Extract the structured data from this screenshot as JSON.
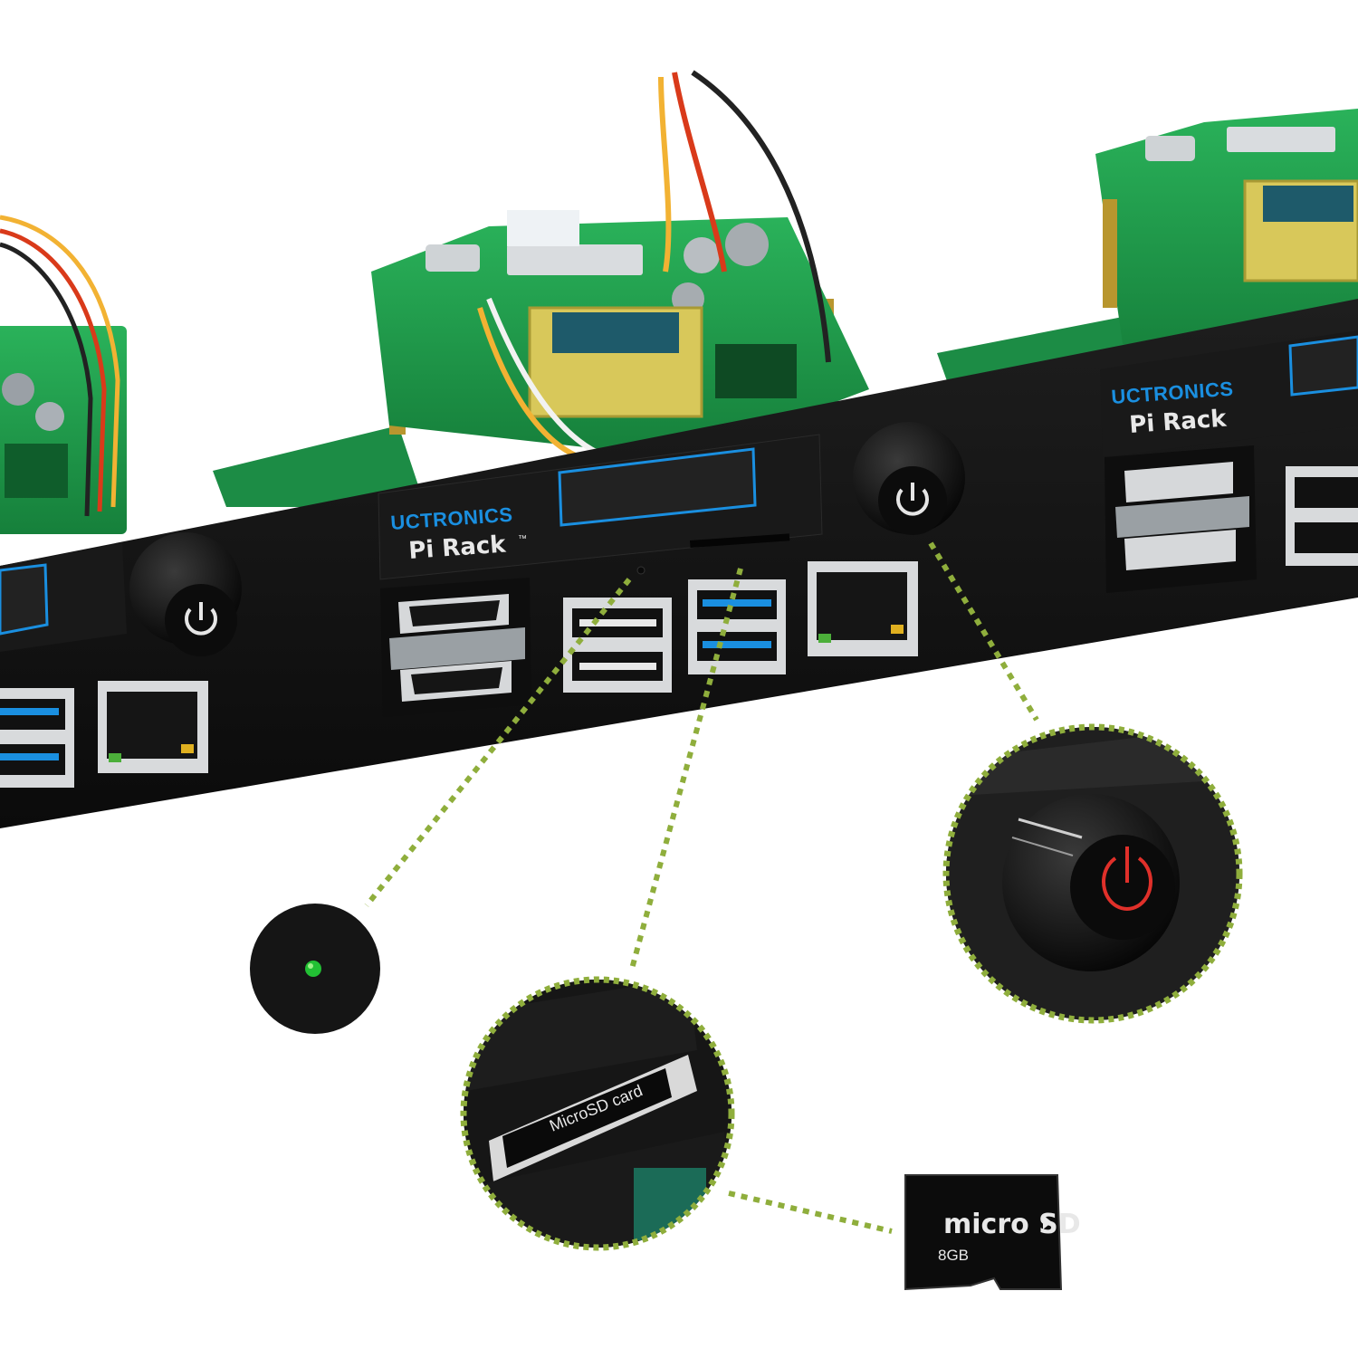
{
  "brand": {
    "name": "UCTRONICS",
    "product": "Pi Rack",
    "trademark": "™"
  },
  "callouts": {
    "sd_slot_label": "MicroSD card",
    "sd_card_logo": "micro SD",
    "sd_card_capacity": "8GB"
  },
  "colors": {
    "panel": "#141414",
    "pcb": "#1f9a4a",
    "accent_blue": "#1a8fe0",
    "callout_dots": "#8fae3c",
    "power_ring_red": "#e0302a",
    "status_led": "#22c034"
  },
  "icons": [
    "power-icon",
    "hdmi-port-icon",
    "usb-port-icon",
    "ethernet-port-icon",
    "status-led-icon",
    "microsd-card-icon"
  ]
}
